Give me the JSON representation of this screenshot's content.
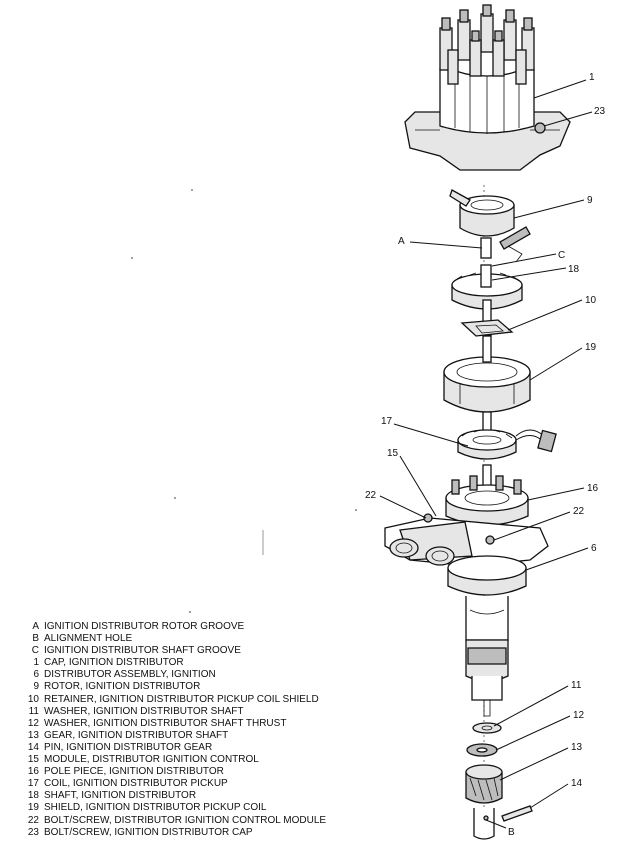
{
  "callouts": {
    "c1": "1",
    "c23": "23",
    "c9": "9",
    "cA": "A",
    "cC": "C",
    "c18": "18",
    "c10": "10",
    "c19": "19",
    "c17": "17",
    "c15": "15",
    "c16": "16",
    "c22a": "22",
    "c22b": "22",
    "c6": "6",
    "c11": "11",
    "c12": "12",
    "c13": "13",
    "c14": "14",
    "cB": "B"
  },
  "legend": [
    {
      "code": "A",
      "text": "IGNITION DISTRIBUTOR ROTOR GROOVE"
    },
    {
      "code": "B",
      "text": "ALIGNMENT HOLE"
    },
    {
      "code": "C",
      "text": "IGNITION DISTRIBUTOR SHAFT GROOVE"
    },
    {
      "code": "1",
      "text": "CAP, IGNITION DISTRIBUTOR"
    },
    {
      "code": "6",
      "text": "DISTRIBUTOR ASSEMBLY, IGNITION"
    },
    {
      "code": "9",
      "text": "ROTOR, IGNITION DISTRIBUTOR"
    },
    {
      "code": "10",
      "text": "RETAINER, IGNITION DISTRIBUTOR PICKUP COIL SHIELD"
    },
    {
      "code": "11",
      "text": "WASHER, IGNITION DISTRIBUTOR SHAFT"
    },
    {
      "code": "12",
      "text": "WASHER, IGNITION DISTRIBUTOR SHAFT THRUST"
    },
    {
      "code": "13",
      "text": "GEAR, IGNITION DISTRIBUTOR SHAFT"
    },
    {
      "code": "14",
      "text": "PIN, IGNITION DISTRIBUTOR GEAR"
    },
    {
      "code": "15",
      "text": "MODULE, DISTRIBUTOR IGNITION CONTROL"
    },
    {
      "code": "16",
      "text": "POLE PIECE, IGNITION DISTRIBUTOR"
    },
    {
      "code": "17",
      "text": "COIL, IGNITION DISTRIBUTOR PICKUP"
    },
    {
      "code": "18",
      "text": "SHAFT, IGNITION DISTRIBUTOR"
    },
    {
      "code": "19",
      "text": "SHIELD, IGNITION DISTRIBUTOR PICKUP COIL"
    },
    {
      "code": "22",
      "text": "BOLT/SCREW, DISTRIBUTOR IGNITION CONTROL MODULE"
    },
    {
      "code": "23",
      "text": "BOLT/SCREW, IGNITION DISTRIBUTOR CAP"
    }
  ]
}
